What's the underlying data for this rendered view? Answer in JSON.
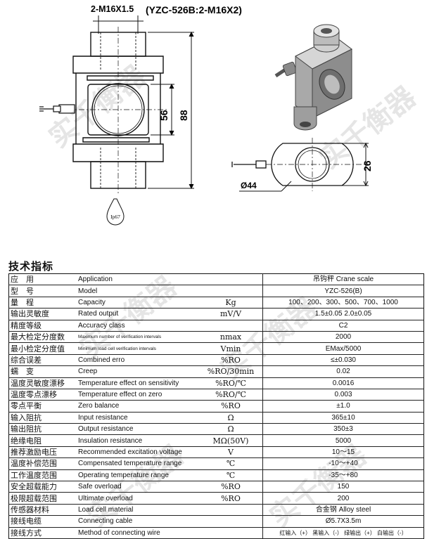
{
  "drawing": {
    "heading_spec": "2-M16X1.5",
    "heading_model": "(YZC-526B:2-M16X2)",
    "dim_56": "56",
    "dim_88": "88",
    "dim_26": "26",
    "dim_dia": "Ø44",
    "ip_tag": "Ip67"
  },
  "spec_title": "技术指标",
  "rows": [
    {
      "cn": "应　用",
      "en": "Application",
      "unit": "",
      "val": "吊钩秤  Crane scale"
    },
    {
      "cn": "型　号",
      "en": "Model",
      "unit": "",
      "val": "YZC-526(B)"
    },
    {
      "cn": "量　程",
      "en": "Capacity",
      "unit": "Kg",
      "val": "100、200、300、500、700、1000"
    },
    {
      "cn": "输出灵敏度",
      "en": "Rated output",
      "unit": "mV/V",
      "val": "1.5±0.05                    2.0±0.05"
    },
    {
      "cn": "精度等级",
      "en": "Accuracy class",
      "unit": "",
      "val": "C2"
    },
    {
      "cn": "最大检定分度数",
      "en": "Maximum number of verification intervals",
      "unit": "nmax",
      "val": "2000"
    },
    {
      "cn": "最小检定分度值",
      "en": "Minimum load cell verification intervals",
      "unit": "Vmin",
      "val": "EMax/5000"
    },
    {
      "cn": "综合误差",
      "en": "Combined erro",
      "unit": "%RO",
      "val": "≤±0.030"
    },
    {
      "cn": "蠕　变",
      "en": "Creep",
      "unit": "%RO/30min",
      "val": "0.02"
    },
    {
      "cn": "温度灵敏度漂移",
      "en": "Temperature effect on sensitivity",
      "unit": "%RO/℃",
      "val": "0.0016"
    },
    {
      "cn": "温度零点漂移",
      "en": "Temperature effect on zero",
      "unit": "%RO/℃",
      "val": "0.003"
    },
    {
      "cn": "零点平衡",
      "en": "Zero balance",
      "unit": "%RO",
      "val": "±1.0"
    },
    {
      "cn": "输入阻抗",
      "en": "Input resistance",
      "unit": "Ω",
      "val": "365±10"
    },
    {
      "cn": "输出阻抗",
      "en": "Output resistance",
      "unit": "Ω",
      "val": "350±3"
    },
    {
      "cn": "绝缘电阻",
      "en": "Insulation resistance",
      "unit": "MΩ(50V)",
      "val": "5000"
    },
    {
      "cn": "推荐激励电压",
      "en": "Recommended excitation voltage",
      "unit": "V",
      "val": "10～15"
    },
    {
      "cn": "温度补偿范围",
      "en": "Compensated temperature range",
      "unit": "℃",
      "val": "-10～+40"
    },
    {
      "cn": "工作温度范围",
      "en": "Operating temperature range",
      "unit": "℃",
      "val": "-35～+80"
    },
    {
      "cn": "安全超载能力",
      "en": "Safe overload",
      "unit": "%RO",
      "val": "150"
    },
    {
      "cn": "极限超载范围",
      "en": "Ultimate overload",
      "unit": "%RO",
      "val": "200"
    },
    {
      "cn": "传感器材料",
      "en": "Load cell material",
      "unit": "",
      "val": "合金钢   Alloy steel"
    },
    {
      "cn": "接线电缆",
      "en": "Connecting cable",
      "unit": "",
      "val": "Ø5.7X3.5m"
    },
    {
      "cn": "接线方式",
      "en": "Method of connecting wire",
      "unit": "",
      "val": "红输入（+） 黑输入（-） 绿输出（+） 白输出（-）"
    }
  ],
  "watermark": "实千衡器"
}
